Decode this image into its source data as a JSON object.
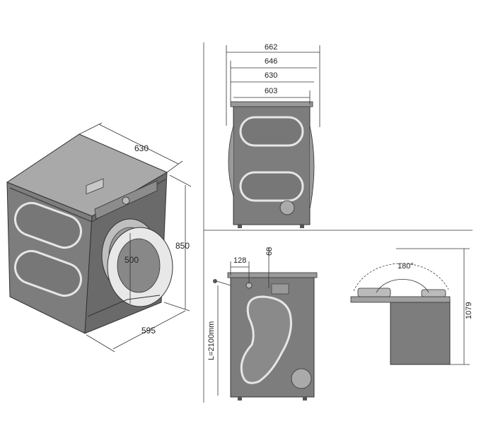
{
  "dimensions": {
    "iso_depth": "630",
    "iso_height": "850",
    "iso_width": "595",
    "iso_door": "500",
    "side_662": "662",
    "side_646": "646",
    "side_630": "630",
    "side_603": "603",
    "back_128": "128",
    "back_68": "68",
    "cord_length": "L=2100mm",
    "door_angle": "180°",
    "door_open_height": "1079"
  },
  "colors": {
    "appliance": "#7d7d7d",
    "appliance_top": "#a9a9a9",
    "outline": "#333333",
    "divider": "#666666"
  }
}
